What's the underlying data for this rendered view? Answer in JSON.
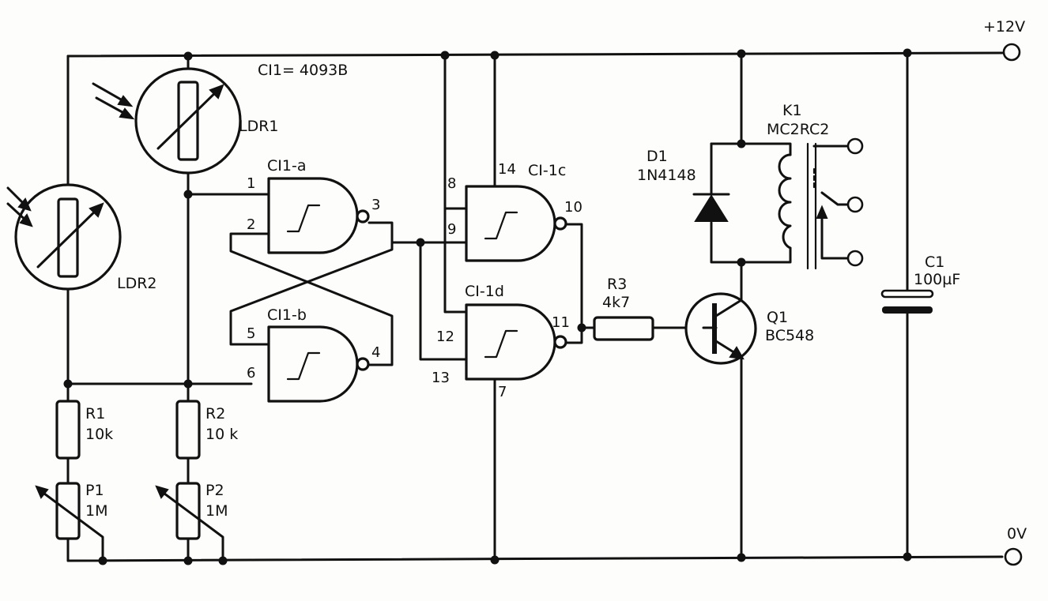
{
  "labels": {
    "vplus": "+12V",
    "gnd": "0V",
    "ic_note": "CI1= 4093B",
    "ldr1": "LDR1",
    "ldr2": "LDR2",
    "gate_a": "CI1-a",
    "gate_b": "CI1-b",
    "gate_c": "CI-1c",
    "gate_d": "CI-1d",
    "r1_name": "R1",
    "r1_value": "10k",
    "r2_name": "R2",
    "r2_value": "10 k",
    "p1_name": "P1",
    "p1_value": "1M",
    "p2_name": "P2",
    "p2_value": "1M",
    "r3_name": "R3",
    "r3_value": "4k7",
    "d1_name": "D1",
    "d1_value": "1N4148",
    "k1_name": "K1",
    "k1_value": "MC2RC2",
    "q1_name": "Q1",
    "q1_value": "BC548",
    "c1_name": "C1",
    "c1_value": "100µF"
  },
  "pins": {
    "a_in1": "1",
    "a_in2": "2",
    "a_out": "3",
    "b_in1": "5",
    "b_in2": "6",
    "b_out": "4",
    "c_vdd": "14",
    "c_in1": "8",
    "c_in2": "9",
    "c_out": "10",
    "d_in1": "12",
    "d_in2": "13",
    "d_out": "11",
    "d_vss": "7"
  }
}
